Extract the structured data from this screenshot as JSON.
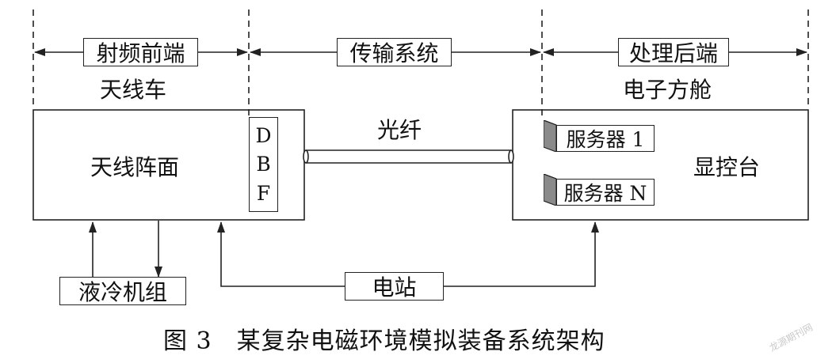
{
  "sections": {
    "rf_front": "射频前端",
    "transmission": "传输系统",
    "backend": "处理后端"
  },
  "antenna_vehicle": {
    "title": "天线车",
    "array": "天线阵面",
    "dbf_letters": [
      "D",
      "B",
      "F"
    ]
  },
  "fiber_label": "光纤",
  "shelter": {
    "title": "电子方舱",
    "server_1": "服务器 1",
    "server_n": "服务器 N",
    "console": "显控台"
  },
  "liquid_cooling": "液冷机组",
  "power_station": "电站",
  "caption": "图 3　某复杂电磁环境模拟装备系统架构",
  "watermark": "龙源期刊网",
  "colors": {
    "line": "#222222",
    "server_side": "#8a8a8a",
    "background": "#ffffff"
  }
}
